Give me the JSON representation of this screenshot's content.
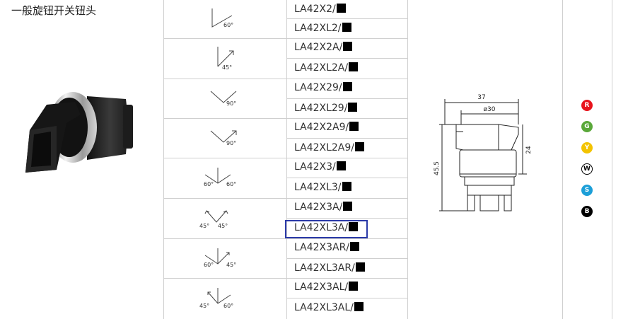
{
  "title": "一般旋钮开关钮头",
  "rows": [
    {
      "angle": "60°",
      "angle2": "",
      "models": [
        "LA42X2/",
        "LA42XL2/"
      ]
    },
    {
      "angle": "45°",
      "angle2": "",
      "models": [
        "LA42X2A/",
        "LA42XL2A/"
      ]
    },
    {
      "angle": "90°",
      "angle2": "",
      "models": [
        "LA42X29/",
        "LA42XL29/"
      ]
    },
    {
      "angle": "90°",
      "angle2": "",
      "models": [
        "LA42X2A9/",
        "LA42XL2A9/"
      ]
    },
    {
      "angle": "60°",
      "angle2": "60°",
      "models": [
        "LA42X3/",
        "LA42XL3/"
      ]
    },
    {
      "angle": "45°",
      "angle2": "45°",
      "models": [
        "LA42X3A/",
        "LA42XL3A/"
      ]
    },
    {
      "angle": "60°",
      "angle2": "45°",
      "models": [
        "LA42X3AR/",
        "LA42XL3AR/"
      ]
    },
    {
      "angle": "45°",
      "angle2": "60°",
      "models": [
        "LA42X3AL/",
        "LA42XL3AL/"
      ]
    }
  ],
  "dimensions": {
    "width_outer": "37",
    "width_inner": "ø30",
    "height_total": "45.5",
    "height_head": "24"
  },
  "colors": [
    {
      "code": "R",
      "bg": "#e8141c",
      "fg": "#ffffff"
    },
    {
      "code": "G",
      "bg": "#5aa83a",
      "fg": "#ffffff"
    },
    {
      "code": "Y",
      "bg": "#f3c300",
      "fg": "#ffffff"
    },
    {
      "code": "W",
      "bg": "#ffffff",
      "fg": "#000000"
    },
    {
      "code": "S",
      "bg": "#1c9fd8",
      "fg": "#ffffff"
    },
    {
      "code": "B",
      "bg": "#000000",
      "fg": "#ffffff"
    }
  ]
}
